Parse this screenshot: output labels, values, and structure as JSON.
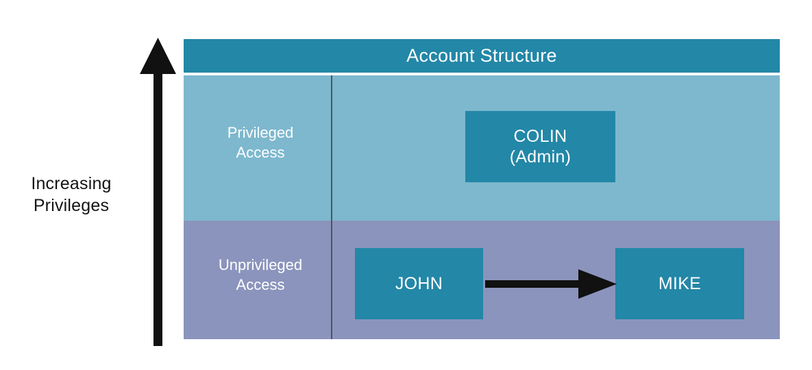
{
  "diagram": {
    "title": "Account Structure",
    "axis": {
      "label": "Increasing\nPrivileges",
      "direction": "up",
      "arrow_icon": "up-arrow-icon"
    },
    "bands": [
      {
        "id": "privileged",
        "label": "Privileged\nAccess",
        "color": "#7db8ce"
      },
      {
        "id": "unprivileged",
        "label": "Unprivileged\nAccess",
        "color": "#8b94bc"
      }
    ],
    "nodes": [
      {
        "id": "colin",
        "label": "COLIN\n(Admin)",
        "band": "privileged",
        "color": "#2387a7"
      },
      {
        "id": "john",
        "label": "JOHN",
        "band": "unprivileged",
        "color": "#2387a7"
      },
      {
        "id": "mike",
        "label": "MIKE",
        "band": "unprivileged",
        "color": "#2387a7"
      }
    ],
    "edges": [
      {
        "id": "john-to-mike",
        "from": "john",
        "to": "mike",
        "icon": "right-arrow-icon",
        "color": "#000000"
      }
    ],
    "colors": {
      "header": "#2387a7",
      "node": "#2387a7",
      "privileged_band": "#7db8ce",
      "unprivileged_band": "#8b94bc",
      "divider": "#4e5460",
      "arrow": "#111111",
      "text_on_fill": "#ffffff",
      "text_primary": "#141414",
      "background": "#ffffff"
    }
  }
}
